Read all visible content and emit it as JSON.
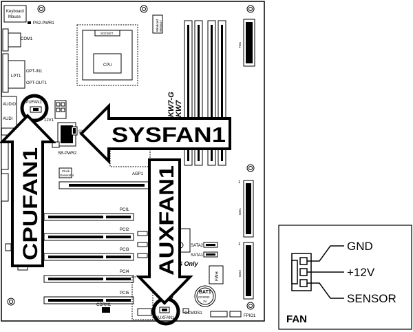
{
  "board": {
    "labels": {
      "keyboard": "Keyboard",
      "mouse": "Mouse",
      "ps2pwr": "PS2-PWR1",
      "com1": "COM1",
      "lpt1": "LPT1",
      "optin": "OPT-IN1",
      "optout": "OPT-OUT1",
      "audio": "AUDIO",
      "audio_partial": "AUDI",
      "cpufan1": "CPUFAN1",
      "v12": "12V1",
      "sys_partial": "SYS",
      "sbpwr": "SB-PWR2",
      "cpu": "CPU",
      "socket": "SOCKET",
      "winbond1": "Winbond",
      "winbond2": "W83627",
      "model1": "KW7-G",
      "model2": "KW7",
      "fdc": "FDC",
      "agp1": "AGP1",
      "clock1": "Clock",
      "clock2": "Generator",
      "pci1": "PCI1",
      "pci2": "PCI2",
      "pci3": "PCI3",
      "pci4": "PCI4",
      "pci5": "PCI5",
      "ide1": "IDE1",
      "ide2": "IDE2",
      "sata2": "SATA2",
      "sata1": "SATA1",
      "fwh1": "FWH",
      "fwh2": "",
      "gonly": "G Only",
      "bat1": "BAT1",
      "cr2032": "CR2032",
      "v3": "3V",
      "cdrom1": "CDRM1",
      "auxfan1": "AUXFAN1",
      "ccmos1": "CCMOS1",
      "fpio1": "FPIO1",
      "one": "1"
    },
    "callouts": {
      "sysfan": "SYSFAN1",
      "cpufan": "CPUFAN1",
      "auxfan": "AUXFAN1"
    }
  },
  "fan_connector": {
    "pins": [
      "GND",
      "+12V",
      "SENSOR"
    ],
    "title": "FAN"
  }
}
